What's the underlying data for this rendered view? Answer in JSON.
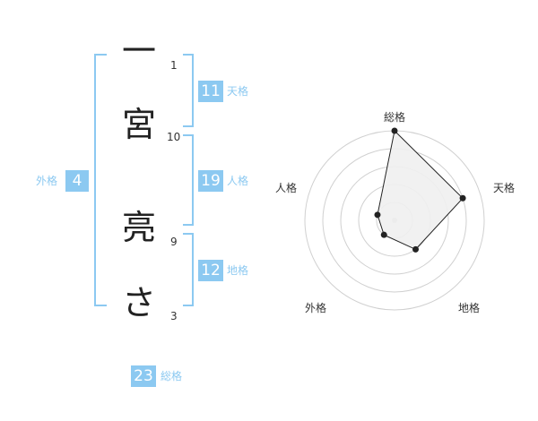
{
  "name_chars": [
    {
      "char": "一",
      "strokes": "1"
    },
    {
      "char": "宮",
      "strokes": "10"
    },
    {
      "char": "亮",
      "strokes": "9"
    },
    {
      "char": "さ",
      "strokes": "3"
    }
  ],
  "fortunes": {
    "tenkaku": {
      "value": "11",
      "label": "天格"
    },
    "jinkaku": {
      "value": "19",
      "label": "人格"
    },
    "chikaku": {
      "value": "12",
      "label": "地格"
    },
    "gaikaku": {
      "value": "4",
      "label": "外格"
    },
    "soukaku": {
      "value": "23",
      "label": "総格"
    }
  },
  "chart_data": {
    "type": "radar",
    "axes": [
      "総格",
      "天格",
      "地格",
      "外格",
      "人格"
    ],
    "values": [
      5,
      4,
      2,
      1,
      1
    ],
    "max": 5,
    "rings": 5,
    "colors": {
      "fill": "#f0f0f0",
      "line": "#222222",
      "ring": "#d0d0d0"
    }
  }
}
